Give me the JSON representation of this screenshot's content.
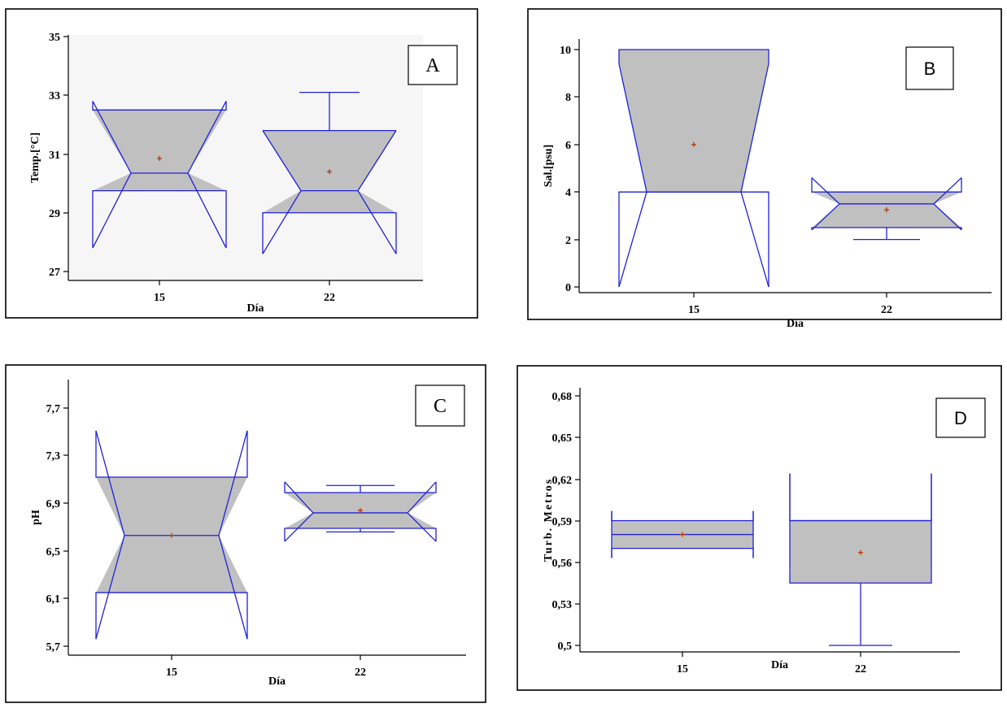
{
  "chart_data": [
    {
      "type": "box",
      "panel_label": "A",
      "xlabel": "Día",
      "ylabel": "Temp.[°C]",
      "ylim": [
        27,
        35
      ],
      "yticks": [
        "27",
        "29",
        "31",
        "33",
        "35"
      ],
      "categories": [
        "15",
        "22"
      ],
      "plot_background": "#f6f6f6",
      "boxes": [
        {
          "category": "15",
          "min": 29.75,
          "q1": 29.75,
          "median": 30.35,
          "q3": 32.5,
          "max": 32.5,
          "mean": 30.85,
          "notch_low": 27.8,
          "notch_high": 32.8
        },
        {
          "category": "22",
          "min": 29.0,
          "q1": 29.0,
          "median": 29.75,
          "q3": 31.8,
          "max": 33.1,
          "mean": 30.4,
          "notch_low": 27.6,
          "notch_high": 31.8
        }
      ]
    },
    {
      "type": "box",
      "panel_label": "B",
      "xlabel": "Día",
      "ylabel": "Sal.[psu]",
      "ylim": [
        0,
        10
      ],
      "yticks": [
        "0",
        "2",
        "4",
        "6",
        "8",
        "10"
      ],
      "categories": [
        "15",
        "22"
      ],
      "plot_background": "#ffffff",
      "boxes": [
        {
          "category": "15",
          "min": 4.0,
          "q1": 4.0,
          "median": 4.0,
          "q3": 10.0,
          "max": 10.0,
          "mean": 6.0,
          "notch_low": 0.0,
          "notch_high": 9.4
        },
        {
          "category": "22",
          "min": 2.0,
          "q1": 2.5,
          "median": 3.5,
          "q3": 4.0,
          "max": 4.0,
          "mean": 3.25,
          "notch_low": 2.4,
          "notch_high": 4.6
        }
      ]
    },
    {
      "type": "box",
      "panel_label": "C",
      "xlabel": "Día",
      "ylabel": "pH",
      "ylim": [
        5.7,
        7.7
      ],
      "yticks": [
        "5,7",
        "6,1",
        "6,5",
        "6,9",
        "7,3",
        "7,7"
      ],
      "categories": [
        "15",
        "22"
      ],
      "plot_background": "#ffffff",
      "boxes": [
        {
          "category": "15",
          "min": 6.15,
          "q1": 6.15,
          "median": 6.63,
          "q3": 7.12,
          "max": 7.12,
          "mean": 6.63,
          "notch_low": 5.76,
          "notch_high": 7.51
        },
        {
          "category": "22",
          "min": 6.66,
          "q1": 6.69,
          "median": 6.82,
          "q3": 6.99,
          "max": 7.05,
          "mean": 6.84,
          "notch_low": 6.58,
          "notch_high": 7.08
        }
      ]
    },
    {
      "type": "box",
      "panel_label": "D",
      "xlabel": "Día",
      "ylabel": "Turb. Metros",
      "ylim": [
        0.5,
        0.68
      ],
      "yticks": [
        "0,5",
        "0,53",
        "0,56",
        "0,59",
        "0,62",
        "0,65",
        "0,68"
      ],
      "categories": [
        "15",
        "22"
      ],
      "plot_background": "#ffffff",
      "boxes": [
        {
          "category": "15",
          "min": 0.57,
          "q1": 0.57,
          "median": 0.58,
          "q3": 0.59,
          "max": 0.59,
          "mean": 0.58,
          "notch_low": 0.563,
          "notch_high": 0.597
        },
        {
          "category": "22",
          "min": 0.5,
          "q1": 0.545,
          "median": 0.59,
          "q3": 0.59,
          "max": 0.59,
          "mean": 0.567,
          "notch_low": 0.555,
          "notch_high": 0.624
        }
      ]
    }
  ],
  "colors": {
    "box_fill": "#c0c0c0",
    "box_stroke": "#2020d8",
    "mean_marker": "#b04010",
    "axis": "#000000"
  }
}
